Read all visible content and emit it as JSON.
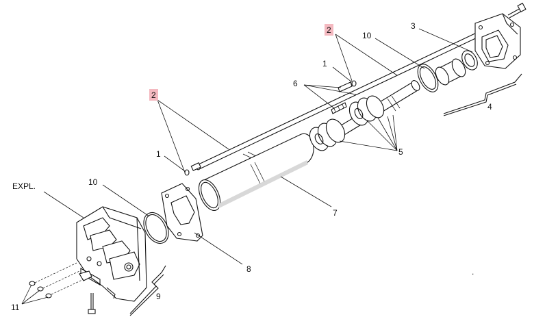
{
  "diagram": {
    "highlight_color": "#f4b9c0",
    "text_color": "#111111",
    "callouts": {
      "c1_upper": "1",
      "c1_lower": "1",
      "c2_upper": "2",
      "c2_lower": "2",
      "c3": "3",
      "c4": "4",
      "c5": "5",
      "c6": "6",
      "c7": "7",
      "c8": "8",
      "c9": "9",
      "c10_upper": "10",
      "c10_lower": "10",
      "c11": "11",
      "expl": "EXPL."
    },
    "stray_mark": "."
  }
}
